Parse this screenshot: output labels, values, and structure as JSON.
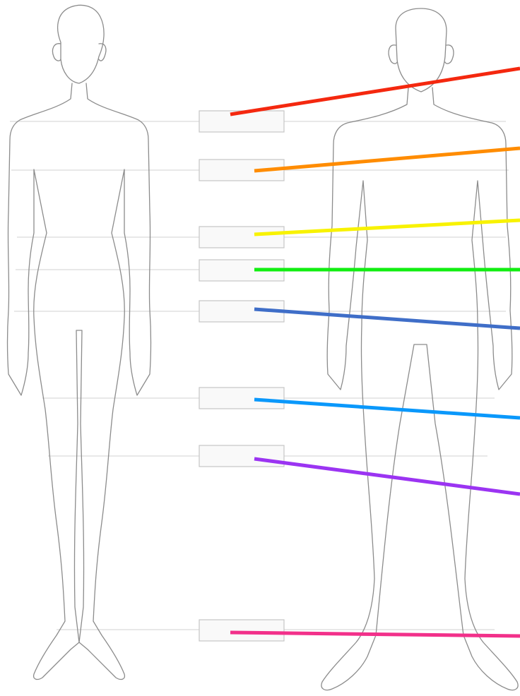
{
  "diagram": {
    "figures": [
      {
        "id": "female",
        "icon": "female-body-outline"
      },
      {
        "id": "male",
        "icon": "male-body-outline"
      }
    ],
    "measurements": [
      {
        "id": "shoulder",
        "label": "",
        "color": "#f4280f"
      },
      {
        "id": "bust",
        "label": "",
        "color": "#ff8c00"
      },
      {
        "id": "waist",
        "label": "",
        "color": "#f8f200"
      },
      {
        "id": "high-hip",
        "label": "",
        "color": "#11ee11"
      },
      {
        "id": "hip",
        "label": "",
        "color": "#3f6ec8"
      },
      {
        "id": "thigh",
        "label": "",
        "color": "#0a98fb"
      },
      {
        "id": "knee",
        "label": "",
        "color": "#9b34f2"
      },
      {
        "id": "ankle",
        "label": "",
        "color": "#f2308a"
      }
    ]
  }
}
